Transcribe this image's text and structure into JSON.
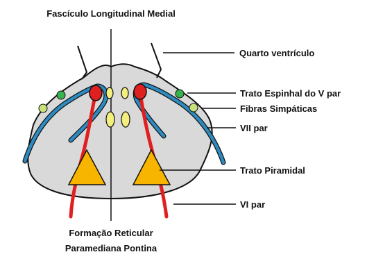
{
  "diagram": {
    "labels": {
      "top": "Fascículo Longitudinal Medial",
      "quarto_ventriculo": "Quarto ventrículo",
      "trato_espinhal": "Trato Espinhal do V par",
      "fibras_simpaticas": "Fibras Simpáticas",
      "vii_par": "VII par",
      "trato_piramidal": "Trato Piramidal",
      "vi_par": "VI par",
      "bottom_line1": "Formação Reticular",
      "bottom_line2": "Paramediana Pontina"
    },
    "colors": {
      "pons_fill": "#d9d9d9",
      "vii_nerve": "#2e8bc0",
      "vi_nerve": "#e02020",
      "flm": "#f3ef7e",
      "fibras": "#c7e27a",
      "trato_espinhal_dot": "#37b24d",
      "piramidal": "#f7b500"
    }
  }
}
